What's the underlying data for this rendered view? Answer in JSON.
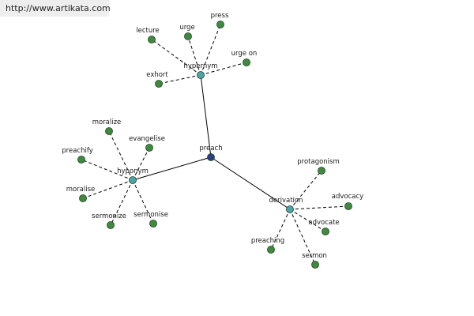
{
  "watermark": {
    "url": "http://www.artikata.com"
  },
  "colors": {
    "center_node": "#2c3e8c",
    "relation_node": "#4aa6a6",
    "leaf_node": "#3e8a3e",
    "edge": "#000000",
    "label": "#1a1a1a"
  },
  "graph": {
    "center": {
      "id": "preach",
      "label": "preach"
    },
    "relations": [
      {
        "id": "hypernym",
        "label": "hypernym"
      },
      {
        "id": "hyponym",
        "label": "hyponym"
      },
      {
        "id": "derivation",
        "label": "derivation"
      }
    ],
    "leaves": [
      {
        "id": "lecture",
        "label": "lecture",
        "relation": "hypernym"
      },
      {
        "id": "urge",
        "label": "urge",
        "relation": "hypernym"
      },
      {
        "id": "press",
        "label": "press",
        "relation": "hypernym"
      },
      {
        "id": "urge-on",
        "label": "urge on",
        "relation": "hypernym"
      },
      {
        "id": "exhort",
        "label": "exhort",
        "relation": "hypernym"
      },
      {
        "id": "moralize",
        "label": "moralize",
        "relation": "hyponym"
      },
      {
        "id": "evangelise",
        "label": "evangelise",
        "relation": "hyponym"
      },
      {
        "id": "preachify",
        "label": "preachify",
        "relation": "hyponym"
      },
      {
        "id": "moralise",
        "label": "moralise",
        "relation": "hyponym"
      },
      {
        "id": "sermonize",
        "label": "sermonize",
        "relation": "hyponym"
      },
      {
        "id": "sermonise",
        "label": "sermonise",
        "relation": "hyponym"
      },
      {
        "id": "protagonism",
        "label": "protagonism",
        "relation": "derivation"
      },
      {
        "id": "advocacy",
        "label": "advocacy",
        "relation": "derivation"
      },
      {
        "id": "advocate",
        "label": "advocate",
        "relation": "derivation"
      },
      {
        "id": "preaching",
        "label": "preaching",
        "relation": "derivation"
      },
      {
        "id": "sermon",
        "label": "sermon",
        "relation": "derivation"
      }
    ]
  }
}
